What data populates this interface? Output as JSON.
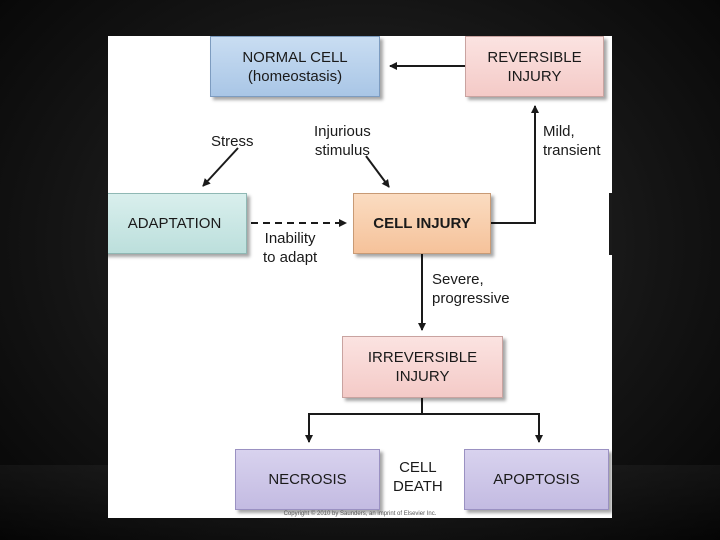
{
  "nodes": {
    "normal_cell": {
      "line1": "NORMAL CELL",
      "line2": "(homeostasis)"
    },
    "reversible_injury": {
      "line1": "REVERSIBLE",
      "line2": "INJURY"
    },
    "adaptation": {
      "line1": "ADAPTATION"
    },
    "cell_injury": {
      "line1": "CELL INJURY"
    },
    "irreversible_injury": {
      "line1": "IRREVERSIBLE",
      "line2": "INJURY"
    },
    "necrosis": {
      "line1": "NECROSIS"
    },
    "apoptosis": {
      "line1": "APOPTOSIS"
    }
  },
  "edge_labels": {
    "stress": {
      "line1": "Stress"
    },
    "injurious_stimulus": {
      "line1": "Injurious",
      "line2": "stimulus"
    },
    "mild_transient": {
      "line1": "Mild,",
      "line2": "transient"
    },
    "inability_to_adapt": {
      "line1": "Inability",
      "line2": "to adapt"
    },
    "severe_progressive": {
      "line1": "Severe,",
      "line2": "progressive"
    },
    "cell_death": {
      "line1": "CELL",
      "line2": "DEATH"
    }
  },
  "copyright": "Copyright © 2010 by Saunders, an imprint of Elsevier Inc.",
  "colors": {
    "normal_cell": "#b8d1ec",
    "reversible_injury": "#f7d4d1",
    "adaptation": "#cbe7e4",
    "cell_injury": "#f8cfab",
    "irreversible_injury": "#f7d4d1",
    "cell_death_boxes": "#cdc6e8",
    "arrows": "#1a1a1a"
  }
}
